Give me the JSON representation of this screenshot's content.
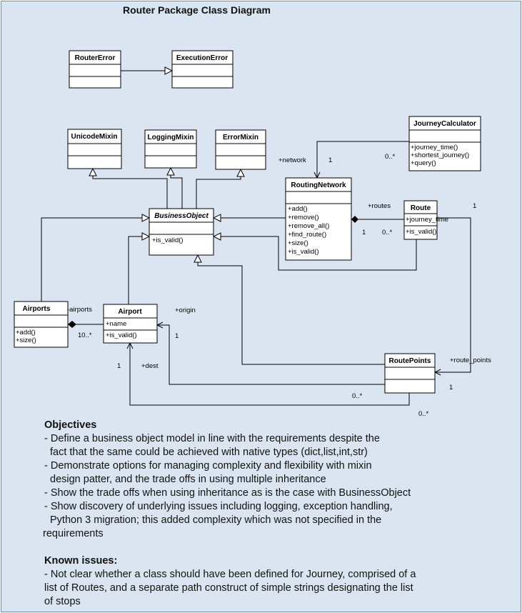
{
  "title": "Router Package Class Diagram",
  "classes": {
    "router_error": {
      "name": "RouterError"
    },
    "execution_error": {
      "name": "ExecutionError"
    },
    "unicode_mixin": {
      "name": "UnicodeMixin"
    },
    "logging_mixin": {
      "name": "LoggingMixin"
    },
    "error_mixin": {
      "name": "ErrorMixin"
    },
    "journey_calculator": {
      "name": "JourneyCalculator",
      "methods": [
        "+journey_time()",
        "+shortest_journey()",
        "+query()"
      ]
    },
    "business_object": {
      "name": "BusinessObject",
      "methods": [
        "+is_valid()"
      ]
    },
    "routing_network": {
      "name": "RoutingNetwork",
      "methods": [
        "+add()",
        "+remove()",
        "+remove_all()",
        "+find_route()",
        "+size()",
        "+is_valid()"
      ]
    },
    "route": {
      "name": "Route",
      "attributes": [
        "+journey_time"
      ],
      "methods": [
        "+is_valid()"
      ]
    },
    "airports": {
      "name": "Airports",
      "methods": [
        "+add()",
        "+size()"
      ]
    },
    "airport": {
      "name": "Airport",
      "attributes": [
        "+name"
      ],
      "methods": [
        "+is_valid()"
      ]
    },
    "route_points": {
      "name": "RoutePoints"
    }
  },
  "labels": {
    "network": "+network",
    "network_mult": "1",
    "calc_mult": "0..*",
    "routes": "+routes",
    "rn_mult": "1",
    "route_mult": "0..*",
    "route_top_mult": "1",
    "airports_role": "-airports",
    "airports_mult": "10..*",
    "origin": "+origin",
    "origin_mult": "1",
    "dest": "+dest",
    "dest_mult": "1",
    "route_points": "+route_points",
    "rp_mult": "1",
    "rp_mult_a": "0..*",
    "rp_mult_b": "0..*"
  },
  "objectives": {
    "heading": "Objectives",
    "items": [
      "- Define a business object model in line with the requirements despite the",
      "  fact that the same could be achieved with native types (dict,list,int,str)",
      "- Demonstrate options for managing complexity and flexibility with mixin",
      "  design patter, and the trade offs in using multiple inheritance",
      "- Show the trade offs when using inheritance as is the case with BusinessObject",
      "- Show discovery of underlying issues including logging, exception handling,",
      "  Python 3 migration; this added complexity which was not specified in the",
      "requirements"
    ]
  },
  "known_issues": {
    "heading": "Known issues:",
    "items": [
      "- Not clear whether a class should have been defined for Journey, comprised of a",
      "list of Routes, and a separate path construct of simple strings designating the list",
      "of stops"
    ]
  }
}
